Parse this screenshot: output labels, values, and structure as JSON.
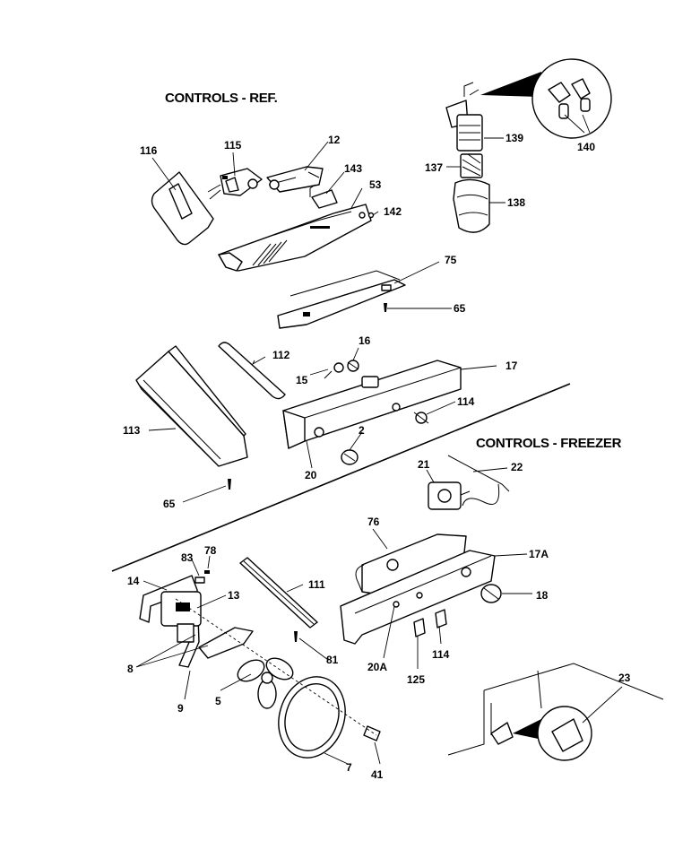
{
  "diagram": {
    "headings": {
      "refrigerator": "CONTROLS - REF.",
      "freezer": "CONTROLS - FREEZER"
    },
    "callouts": [
      {
        "id": "116",
        "label": "116"
      },
      {
        "id": "115",
        "label": "115"
      },
      {
        "id": "12",
        "label": "12"
      },
      {
        "id": "143",
        "label": "143"
      },
      {
        "id": "53",
        "label": "53"
      },
      {
        "id": "142",
        "label": "142"
      },
      {
        "id": "139",
        "label": "139"
      },
      {
        "id": "140",
        "label": "140"
      },
      {
        "id": "137",
        "label": "137"
      },
      {
        "id": "138",
        "label": "138"
      },
      {
        "id": "75",
        "label": "75"
      },
      {
        "id": "65a",
        "label": "65"
      },
      {
        "id": "112",
        "label": "112"
      },
      {
        "id": "16",
        "label": "16"
      },
      {
        "id": "15",
        "label": "15"
      },
      {
        "id": "17",
        "label": "17"
      },
      {
        "id": "114a",
        "label": "114"
      },
      {
        "id": "113",
        "label": "113"
      },
      {
        "id": "2",
        "label": "2"
      },
      {
        "id": "20",
        "label": "20"
      },
      {
        "id": "65b",
        "label": "65"
      },
      {
        "id": "21",
        "label": "21"
      },
      {
        "id": "22",
        "label": "22"
      },
      {
        "id": "76",
        "label": "76"
      },
      {
        "id": "17A",
        "label": "17A"
      },
      {
        "id": "83",
        "label": "83"
      },
      {
        "id": "78",
        "label": "78"
      },
      {
        "id": "14",
        "label": "14"
      },
      {
        "id": "13",
        "label": "13"
      },
      {
        "id": "111",
        "label": "111"
      },
      {
        "id": "18",
        "label": "18"
      },
      {
        "id": "8",
        "label": "8"
      },
      {
        "id": "81",
        "label": "81"
      },
      {
        "id": "20A",
        "label": "20A"
      },
      {
        "id": "114b",
        "label": "114"
      },
      {
        "id": "9",
        "label": "9"
      },
      {
        "id": "125",
        "label": "125"
      },
      {
        "id": "5",
        "label": "5"
      },
      {
        "id": "23",
        "label": "23"
      },
      {
        "id": "7",
        "label": "7"
      },
      {
        "id": "41",
        "label": "41"
      }
    ]
  }
}
